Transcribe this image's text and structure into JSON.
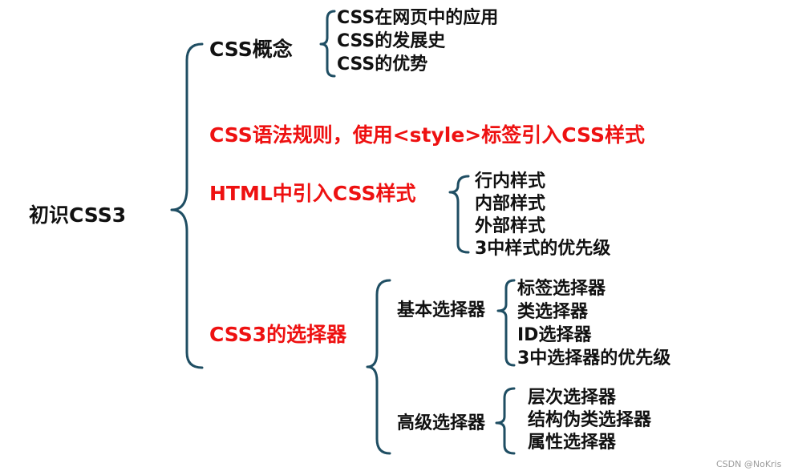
{
  "root": "初识CSS3",
  "branches": {
    "concept": {
      "label": "CSS概念",
      "children": [
        "CSS在网页中的应用",
        "CSS的发展史",
        "CSS的优势"
      ]
    },
    "syntax": {
      "label": "CSS语法规则，使用<style>标签引入CSS样式"
    },
    "import": {
      "label": "HTML中引入CSS样式",
      "children": [
        "行内样式",
        "内部样式",
        "外部样式",
        "3中样式的优先级"
      ]
    },
    "selectors": {
      "label": "CSS3的选择器",
      "basic": {
        "label": "基本选择器",
        "children": [
          "标签选择器",
          "类选择器",
          "ID选择器",
          "3中选择器的优先级"
        ]
      },
      "advanced": {
        "label": "高级选择器",
        "children": [
          "层次选择器",
          "结构伪类选择器",
          "属性选择器"
        ]
      }
    }
  },
  "watermark": "CSDN @NoKris",
  "colors": {
    "bracket": "#1f4e63",
    "highlight": "#ee1111",
    "text": "#111111"
  }
}
